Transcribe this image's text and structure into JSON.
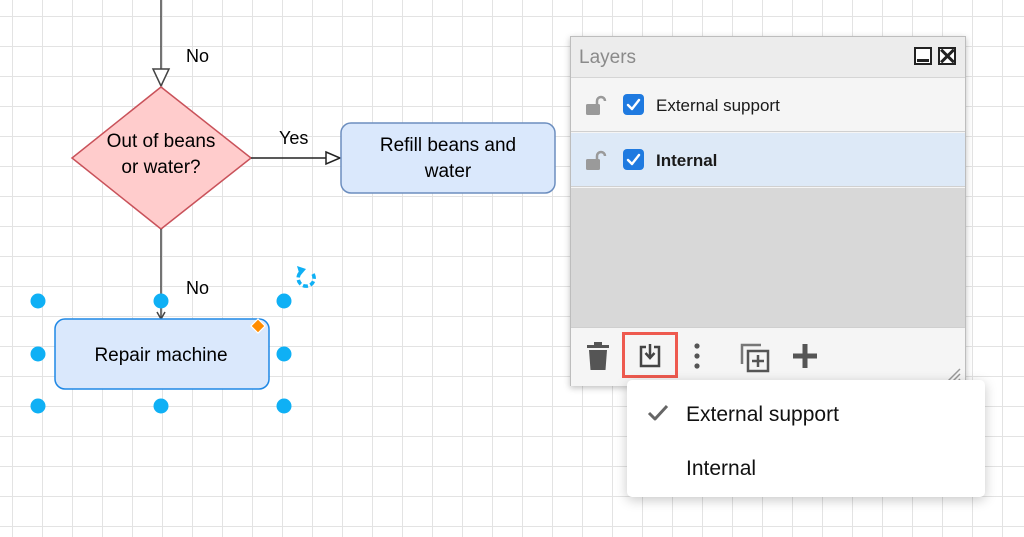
{
  "diagram": {
    "edge_labels": {
      "top_no": "No",
      "yes": "Yes",
      "bottom_no": "No"
    },
    "decision": {
      "label_line1": "Out of beans",
      "label_line2": "or water?",
      "fill": "#ffcccc",
      "stroke": "#c9525a"
    },
    "refill": {
      "label_line1": "Refill beans and",
      "label_line2": "water",
      "fill": "#dae8fc",
      "stroke": "#6c8ebf"
    },
    "repair": {
      "label": "Repair machine",
      "fill": "#dae8fc",
      "stroke": "#1f88e5"
    },
    "handle_color": "#0fb0f5",
    "constraint_handle_color": "#ff8c00"
  },
  "layers_panel": {
    "title": "Layers",
    "minimize_icon": "minimize-icon",
    "close_icon": "close-icon",
    "layers": [
      {
        "label": "External support",
        "visible": true,
        "locked": false,
        "selected": false
      },
      {
        "label": "Internal",
        "visible": true,
        "locked": false,
        "selected": true
      }
    ],
    "toolbar": {
      "icons": [
        "trash-icon",
        "move-selection-icon",
        "more-vertical-icon",
        "duplicate-icon",
        "plus-icon"
      ],
      "highlight_color": "#ee5a4f"
    }
  },
  "move_to_dropdown": {
    "items": [
      {
        "label": "External support",
        "checked": true
      },
      {
        "label": "Internal",
        "checked": false
      }
    ]
  }
}
